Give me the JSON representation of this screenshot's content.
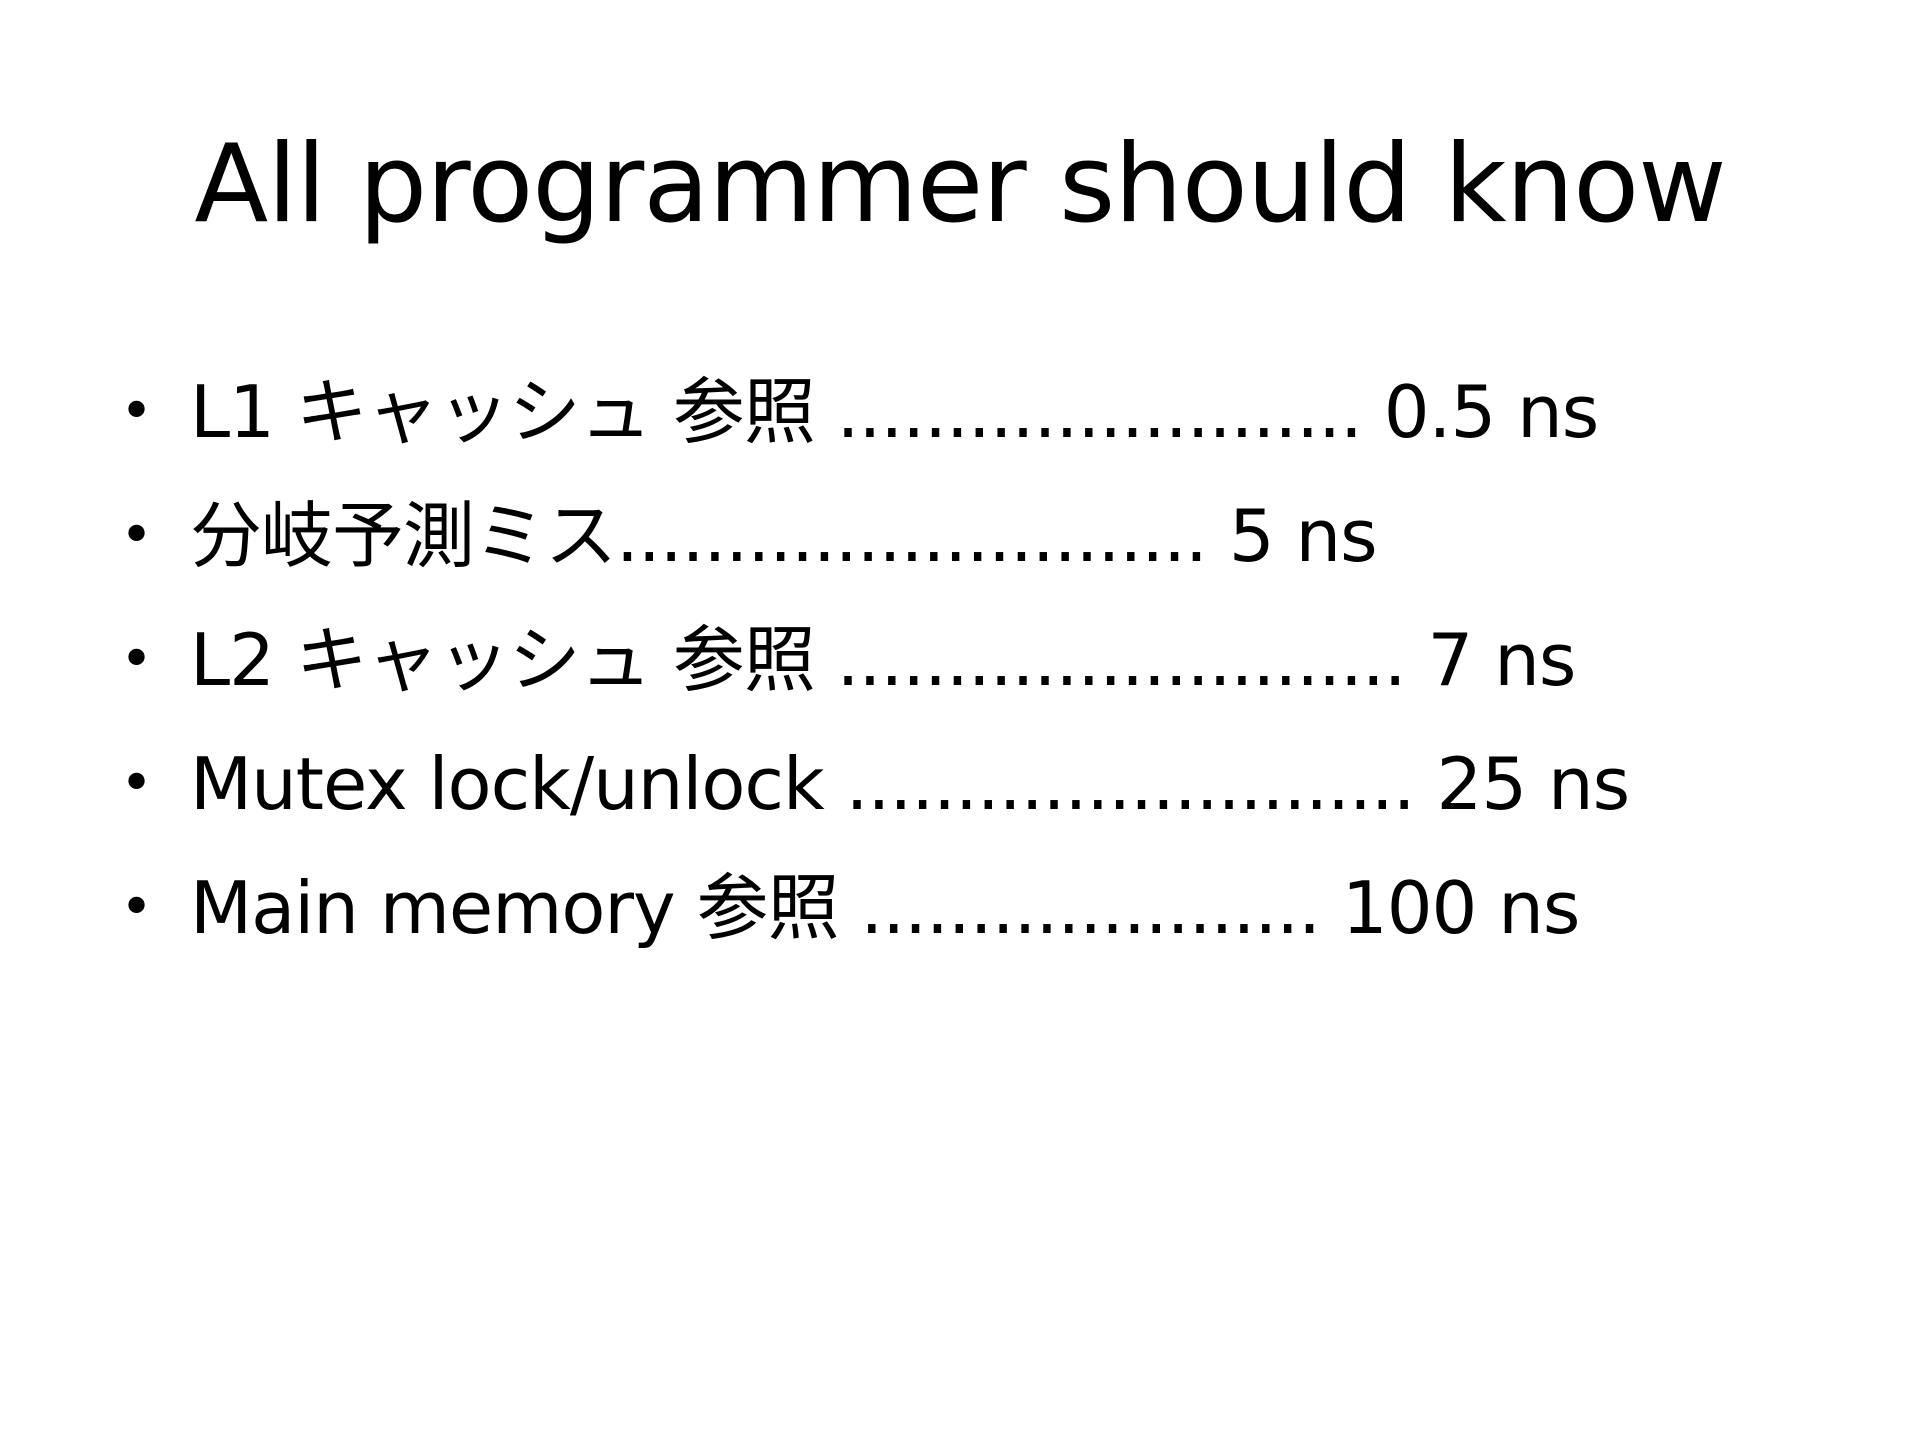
{
  "slide": {
    "title": "All programmer should know",
    "bullet_marker": "•",
    "items": [
      {
        "text": "L1 キャッシュ 参照 ........................ 0.5 ns"
      },
      {
        "text": "分岐予測ミス........................... 5 ns"
      },
      {
        "text": "L2 キャッシュ 参照 .......................... 7 ns"
      },
      {
        "text": "Mutex lock/unlock .......................... 25 ns"
      },
      {
        "text": "Main memory 参照 ..................... 100 ns"
      }
    ]
  },
  "colors": {
    "background": "#ffffff",
    "text": "#000000"
  }
}
